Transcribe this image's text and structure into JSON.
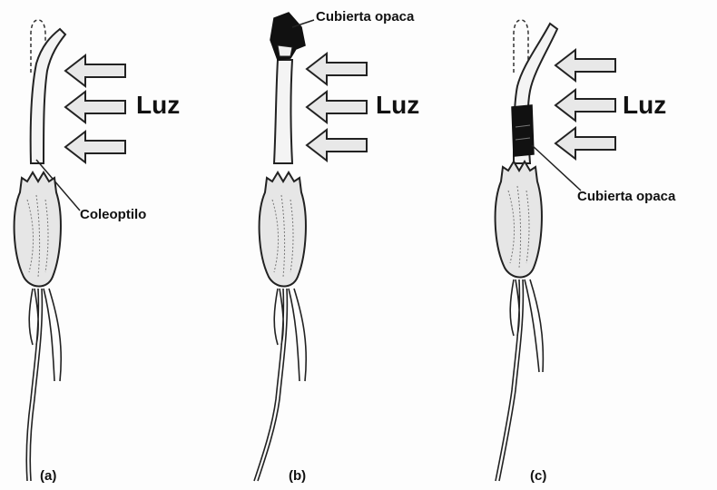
{
  "figure": {
    "light_label": "Luz",
    "panels": [
      {
        "id": "a",
        "label": "(a)",
        "pointer_label": "Coleoptilo"
      },
      {
        "id": "b",
        "label": "(b)",
        "pointer_label": "Cubierta opaca"
      },
      {
        "id": "c",
        "label": "(c)",
        "pointer_label": "Cubierta opaca"
      }
    ]
  },
  "colors": {
    "ink": "#111111",
    "arrow_fill": "#e8e8e8",
    "seed_fill": "#e6e6e6",
    "opaque_cover": "#111111"
  }
}
